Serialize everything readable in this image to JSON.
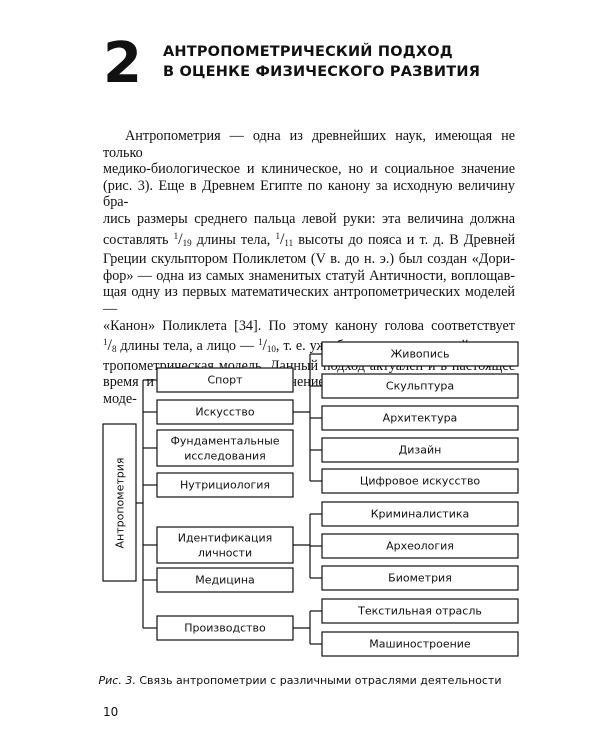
{
  "chapter": {
    "number": "2",
    "title_line1": "АНТРОПОМЕТРИЧЕСКИЙ ПОДХОД",
    "title_line2": "В ОЦЕНКЕ ФИЗИЧЕСКОГО РАЗВИТИЯ"
  },
  "body": {
    "l1": "Антропометрия — одна из древнейших наук, имеющая не только",
    "l2": "медико-биологическое и клиническое, но и социальное значение",
    "l3": "(рис. 3). Еще в Древнем Египте по канону за исходную величину бра-",
    "l4": "лись размеры среднего пальца левой руки: эта величина должна",
    "l5a": "составлять",
    "l5b": "длины тела,",
    "l5c": "высоты до пояса и т. д. В Древней",
    "l6": "Греции скульптором Поликлетом (V в. до н. э.) был создан «Дори-",
    "l7": "фор» — одна из самых знаменитых статуй Античности, воплощав-",
    "l8": "щая одну из первых математических антропометрических моделей —",
    "l9": "«Канон» Поликлета [34]. По этому канону голова соответствует",
    "l10a": "длины тела, а лицо —",
    "l10b": ", т. е. уже была создана простейшая ан-",
    "l11": "тропометрическая модель. Данный подход актуален и в настоящее",
    "l12": "время и находит свое применение в создании параметрических моде-",
    "frac_num": "1",
    "frac_19": "19",
    "frac_11": "11",
    "frac_8": "8",
    "frac_10": "10"
  },
  "diagram": {
    "root": "Антропометрия",
    "sport": "Спорт",
    "art": "Искусство",
    "fundamental_1": "Фундаментальные",
    "fundamental_2": "исследования",
    "nutrition": "Нутрициология",
    "identification_1": "Идентификация",
    "identification_2": "личности",
    "medicine": "Медицина",
    "production": "Производство",
    "painting": "Живопись",
    "sculpture": "Скульптура",
    "architecture": "Архитектура",
    "design": "Дизайн",
    "digital_art": "Цифровое искусство",
    "criminalistics": "Криминалистика",
    "archaeology": "Археология",
    "biometrics": "Биометрия",
    "textile": "Текстильная отрасль",
    "engineering": "Машиностроение"
  },
  "caption": {
    "figure_label": "Рис. 3.",
    "text": "Связь антропометрии с различными отраслями деятельности"
  },
  "page_number": "10"
}
